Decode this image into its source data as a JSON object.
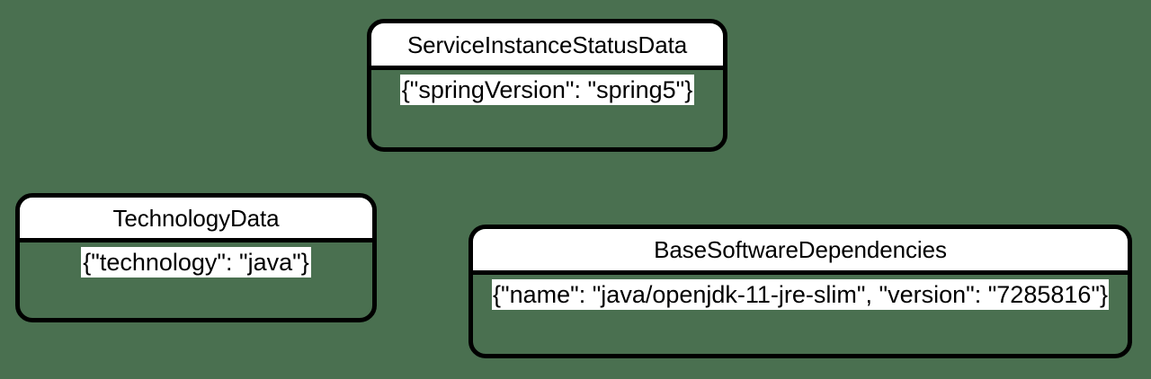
{
  "diagram": {
    "type": "uml-class-diagram",
    "background_color": "#4a7050",
    "border_color": "#000000",
    "header_fill": "#ffffff",
    "attribute_highlight": "#ffffff",
    "classes": [
      {
        "id": "service-instance-status-data",
        "name": "ServiceInstanceStatusData",
        "attributes": [
          "{\"springVersion\": \"spring5\"}"
        ]
      },
      {
        "id": "technology-data",
        "name": "TechnologyData",
        "attributes": [
          "{\"technology\": \"java\"}"
        ]
      },
      {
        "id": "base-software-dependencies",
        "name": "BaseSoftwareDependencies",
        "attributes": [
          "{\"name\": \"java/openjdk-11-jre-slim\", \"version\": \"7285816\"}"
        ]
      }
    ]
  }
}
